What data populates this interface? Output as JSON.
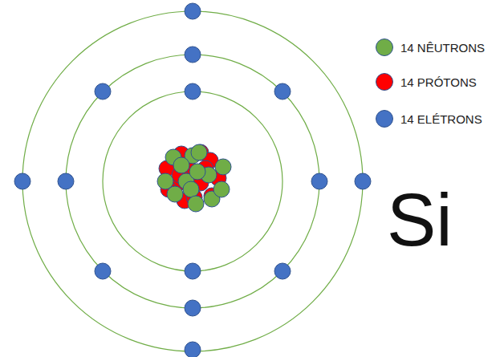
{
  "diagram": {
    "labels": [
      "Si"
    ],
    "legend": [
      {
        "text": "14 NÊUTRONS",
        "color": "#70ad47"
      },
      {
        "text": "14 PRÓTONS",
        "color": "#ff0000"
      },
      {
        "text": "14 ELÉTRONS",
        "color": "#4472c4"
      }
    ]
  }
}
